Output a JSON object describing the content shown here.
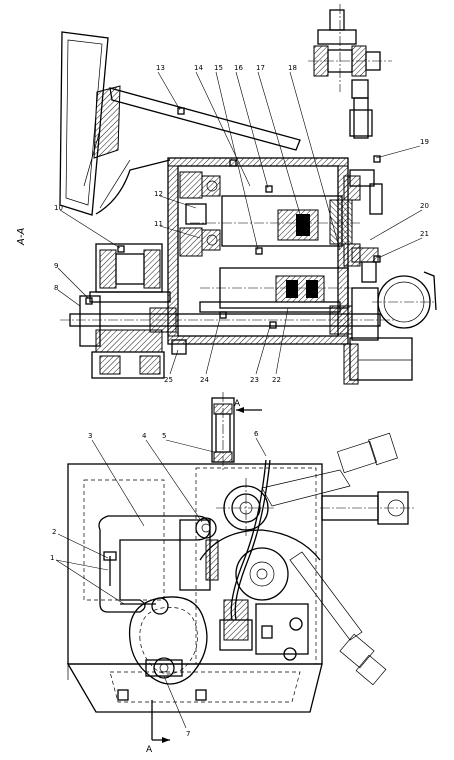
{
  "section_title": "А-А",
  "section_mark": "А",
  "labels": {
    "l1": "1",
    "l2": "2",
    "l3": "3",
    "l4": "4",
    "l5": "5",
    "l6": "6",
    "l7": "7",
    "l8": "8",
    "l9": "9",
    "l10": "10",
    "l11": "11",
    "l12": "12",
    "l13": "13",
    "l14": "14",
    "l15": "15",
    "l16": "16",
    "l17": "17",
    "l18": "18",
    "l19": "19",
    "l20": "20",
    "l21": "21",
    "l22": "22",
    "l23": "23",
    "l24": "24",
    "l25": "25"
  }
}
